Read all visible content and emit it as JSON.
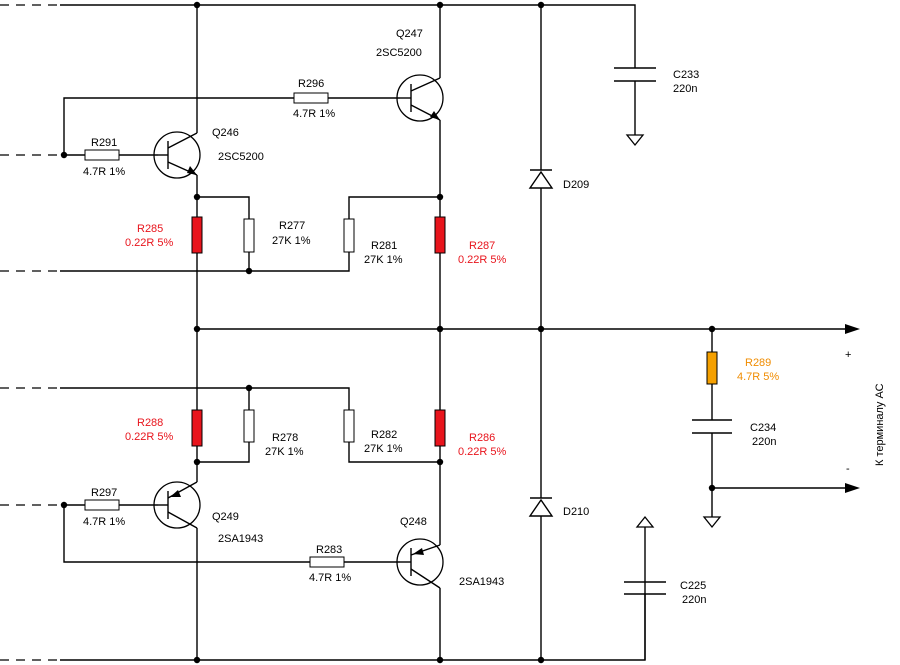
{
  "colors": {
    "wire": "#000000",
    "power_resistor": "#e8141c",
    "power_text": "#e8141c",
    "snubber_resistor": "#f5a000",
    "snubber_text": "#f08c00"
  },
  "output": {
    "label": "К терминалу АС",
    "plus": "+",
    "minus": "-"
  },
  "transistors": {
    "q247": {
      "ref": "Q247",
      "part": "2SC5200"
    },
    "q246": {
      "ref": "Q246",
      "part": "2SC5200"
    },
    "q249": {
      "ref": "Q249",
      "part": "2SA1943"
    },
    "q248": {
      "ref": "Q248",
      "part": "2SA1943"
    }
  },
  "resistors": {
    "r296": {
      "ref": "R296",
      "value": "4.7R 1%"
    },
    "r291": {
      "ref": "R291",
      "value": "4.7R 1%"
    },
    "r277": {
      "ref": "R277",
      "value": "27K 1%"
    },
    "r281": {
      "ref": "R281",
      "value": "27K 1%"
    },
    "r285": {
      "ref": "R285",
      "value": "0.22R 5%"
    },
    "r287": {
      "ref": "R287",
      "value": "0.22R 5%"
    },
    "r288": {
      "ref": "R288",
      "value": "0.22R 5%"
    },
    "r278": {
      "ref": "R278",
      "value": "27K 1%"
    },
    "r282": {
      "ref": "R282",
      "value": "27K 1%"
    },
    "r286": {
      "ref": "R286",
      "value": "0.22R 5%"
    },
    "r297": {
      "ref": "R297",
      "value": "4.7R 1%"
    },
    "r283": {
      "ref": "R283",
      "value": "4.7R 1%"
    },
    "r289": {
      "ref": "R289",
      "value": "4.7R 5%"
    }
  },
  "capacitors": {
    "c233": {
      "ref": "C233",
      "value": "220n"
    },
    "c234": {
      "ref": "C234",
      "value": "220n"
    },
    "c225": {
      "ref": "C225",
      "value": "220n"
    }
  },
  "diodes": {
    "d209": {
      "ref": "D209"
    },
    "d210": {
      "ref": "D210"
    }
  }
}
